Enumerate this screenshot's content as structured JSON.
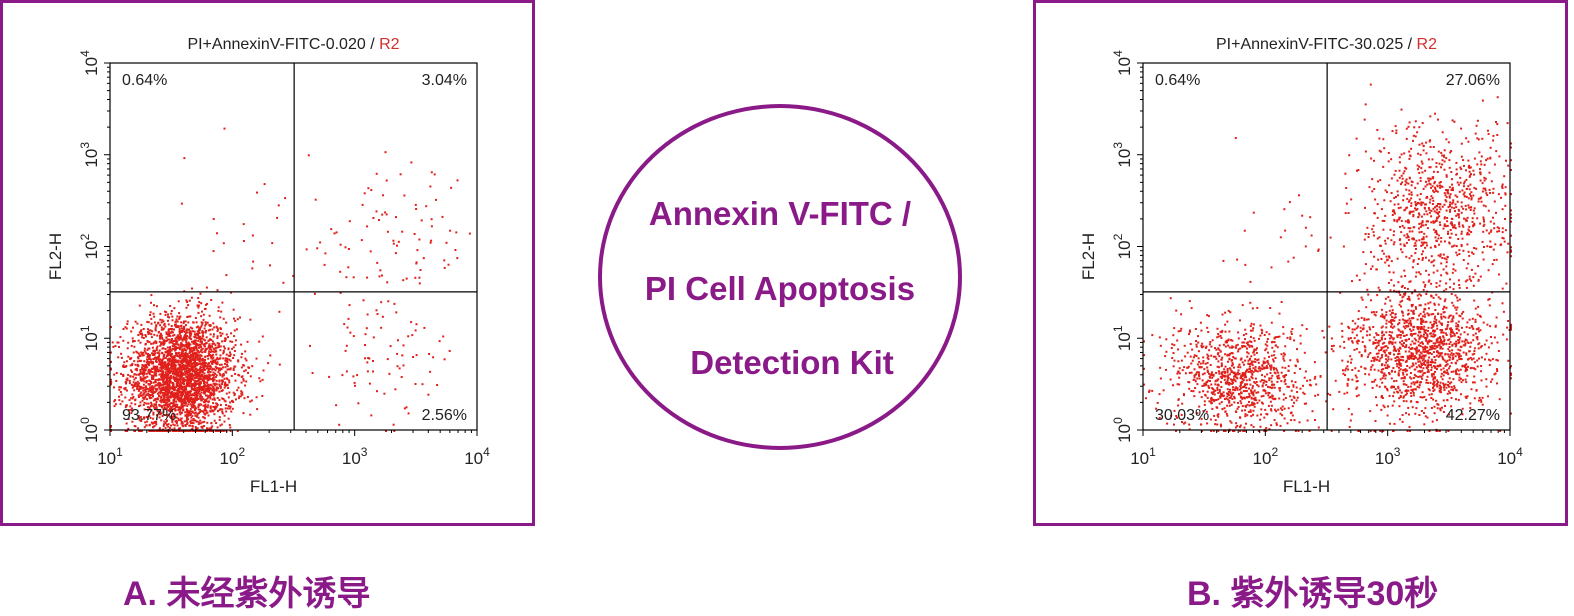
{
  "kit": {
    "line1": "Annexin V-FITC /",
    "line2": "PI Cell Apoptosis",
    "line3": "Detection Kit"
  },
  "colors": {
    "accent": "#8b1a89",
    "dots": "#e0201b",
    "gate": "#d32f2f"
  },
  "chart_data": [
    {
      "type": "scatter",
      "title": "PI+AnnexinV-FITC-0.020",
      "title_gate": "R2",
      "xlabel": "FL1-H",
      "ylabel": "FL2-H",
      "x_scale": "log",
      "y_scale": "log",
      "xlim": [
        10,
        10000
      ],
      "ylim": [
        1,
        10000
      ],
      "x_ticks": [
        "10",
        "10",
        "10",
        "10"
      ],
      "x_tick_exp": [
        "1",
        "2",
        "3",
        "4"
      ],
      "y_ticks": [
        "10",
        "10",
        "10",
        "10",
        "10"
      ],
      "y_tick_exp": [
        "0",
        "1",
        "2",
        "3",
        "4"
      ],
      "quadrant_gate": {
        "x": 320,
        "y": 32
      },
      "quadrants": {
        "upper_left": "0.64%",
        "upper_right": "3.04%",
        "lower_left": "93.77%",
        "lower_right": "2.56%"
      },
      "clusters": [
        {
          "cx": 38,
          "cy": 4,
          "spread_x": 0.22,
          "spread_y": 0.32,
          "fraction": 0.9377
        },
        {
          "cx": 2000,
          "cy": 120,
          "spread_x": 0.35,
          "spread_y": 0.4,
          "fraction": 0.0304
        },
        {
          "cx": 1500,
          "cy": 6,
          "spread_x": 0.35,
          "spread_y": 0.35,
          "fraction": 0.0256
        },
        {
          "cx": 100,
          "cy": 150,
          "spread_x": 0.3,
          "spread_y": 0.4,
          "fraction": 0.0064
        }
      ],
      "caption": "A. 未经紫外诱导"
    },
    {
      "type": "scatter",
      "title": "PI+AnnexinV-FITC-30.025",
      "title_gate": "R2",
      "xlabel": "FL1-H",
      "ylabel": "FL2-H",
      "x_scale": "log",
      "y_scale": "log",
      "xlim": [
        10,
        10000
      ],
      "ylim": [
        1,
        10000
      ],
      "x_ticks": [
        "10",
        "10",
        "10",
        "10"
      ],
      "x_tick_exp": [
        "1",
        "2",
        "3",
        "4"
      ],
      "y_ticks": [
        "10",
        "10",
        "10",
        "10",
        "10"
      ],
      "y_tick_exp": [
        "0",
        "1",
        "2",
        "3",
        "4"
      ],
      "quadrant_gate": {
        "x": 320,
        "y": 32
      },
      "quadrants": {
        "upper_left": "0.64%",
        "upper_right": "27.06%",
        "lower_left": "30.03%",
        "lower_right": "42.27%"
      },
      "clusters": [
        {
          "cx": 60,
          "cy": 4,
          "spread_x": 0.28,
          "spread_y": 0.3,
          "fraction": 0.3003
        },
        {
          "cx": 2500,
          "cy": 250,
          "spread_x": 0.3,
          "spread_y": 0.45,
          "fraction": 0.2706
        },
        {
          "cx": 1800,
          "cy": 7,
          "spread_x": 0.3,
          "spread_y": 0.35,
          "fraction": 0.4227
        },
        {
          "cx": 100,
          "cy": 150,
          "spread_x": 0.3,
          "spread_y": 0.4,
          "fraction": 0.0064
        }
      ],
      "caption": "B. 紫外诱导30秒"
    }
  ]
}
